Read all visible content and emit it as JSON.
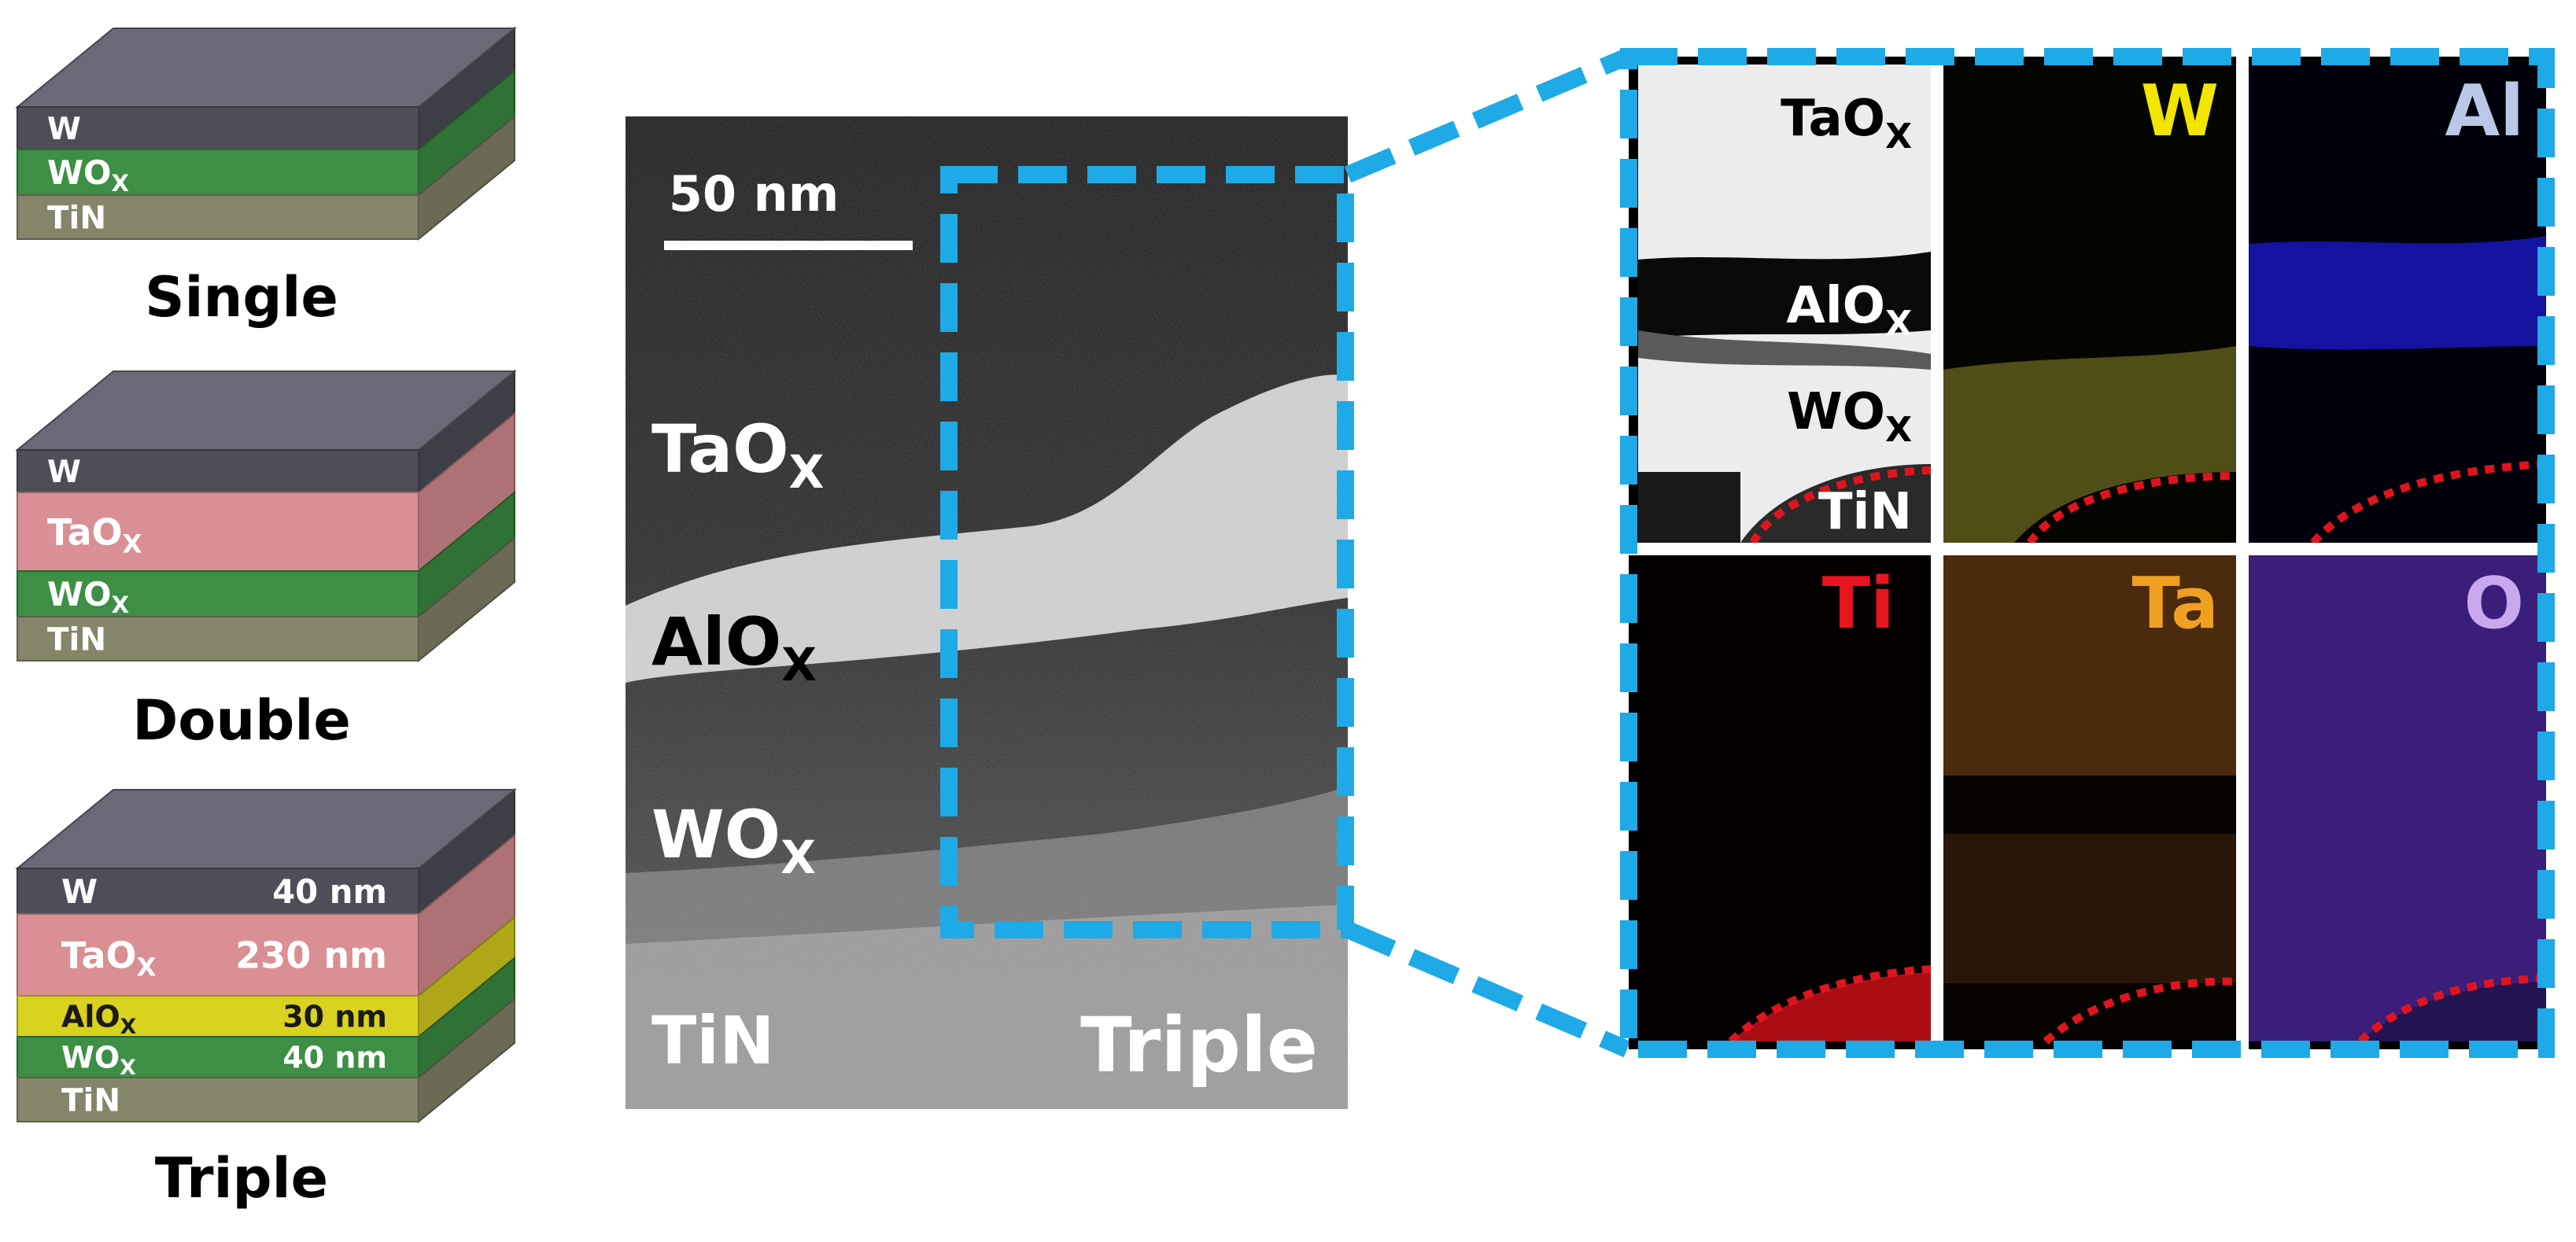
{
  "stacks": {
    "single": {
      "caption": "Single",
      "layers": [
        {
          "name": "W",
          "sub": "",
          "thickness": ""
        },
        {
          "name": "WO",
          "sub": "X",
          "thickness": ""
        },
        {
          "name": "TiN",
          "sub": "",
          "thickness": ""
        }
      ]
    },
    "double": {
      "caption": "Double",
      "layers": [
        {
          "name": "W",
          "sub": "",
          "thickness": ""
        },
        {
          "name": "TaO",
          "sub": "X",
          "thickness": ""
        },
        {
          "name": "WO",
          "sub": "X",
          "thickness": ""
        },
        {
          "name": "TiN",
          "sub": "",
          "thickness": ""
        }
      ]
    },
    "triple": {
      "caption": "Triple",
      "layers": [
        {
          "name": "W",
          "sub": "",
          "thickness": "40 nm"
        },
        {
          "name": "TaO",
          "sub": "X",
          "thickness": "230 nm"
        },
        {
          "name": "AlO",
          "sub": "X",
          "thickness": "30 nm"
        },
        {
          "name": "WO",
          "sub": "X",
          "thickness": "40 nm"
        },
        {
          "name": "TiN",
          "sub": "",
          "thickness": ""
        }
      ]
    }
  },
  "tem": {
    "scale_bar": "50 nm",
    "labels": [
      {
        "name": "TaO",
        "sub": "X"
      },
      {
        "name": "AlO",
        "sub": "X"
      },
      {
        "name": "WO",
        "sub": "X"
      },
      {
        "name": "TiN",
        "sub": ""
      }
    ],
    "sample_label": "Triple"
  },
  "eds": {
    "haadf_labels": [
      {
        "name": "TaO",
        "sub": "X"
      },
      {
        "name": "AlO",
        "sub": "X"
      },
      {
        "name": "WO",
        "sub": "X"
      },
      {
        "name": "TiN",
        "sub": ""
      }
    ],
    "maps": [
      {
        "element": "W",
        "color": "#f2e600"
      },
      {
        "element": "Al",
        "color": "#b8c8e6"
      },
      {
        "element": "Ti",
        "color": "#e8141e"
      },
      {
        "element": "Ta",
        "color": "#f0a020"
      },
      {
        "element": "O",
        "color": "#c9a8ee"
      }
    ]
  },
  "colors": {
    "W": "#4e4e58",
    "TaO": "#d98f93",
    "AlO": "#d9d21e",
    "WO": "#3c8f44",
    "TiN": "#85856a",
    "highlight": "#1eaae6",
    "boundary": "#e0141e"
  }
}
